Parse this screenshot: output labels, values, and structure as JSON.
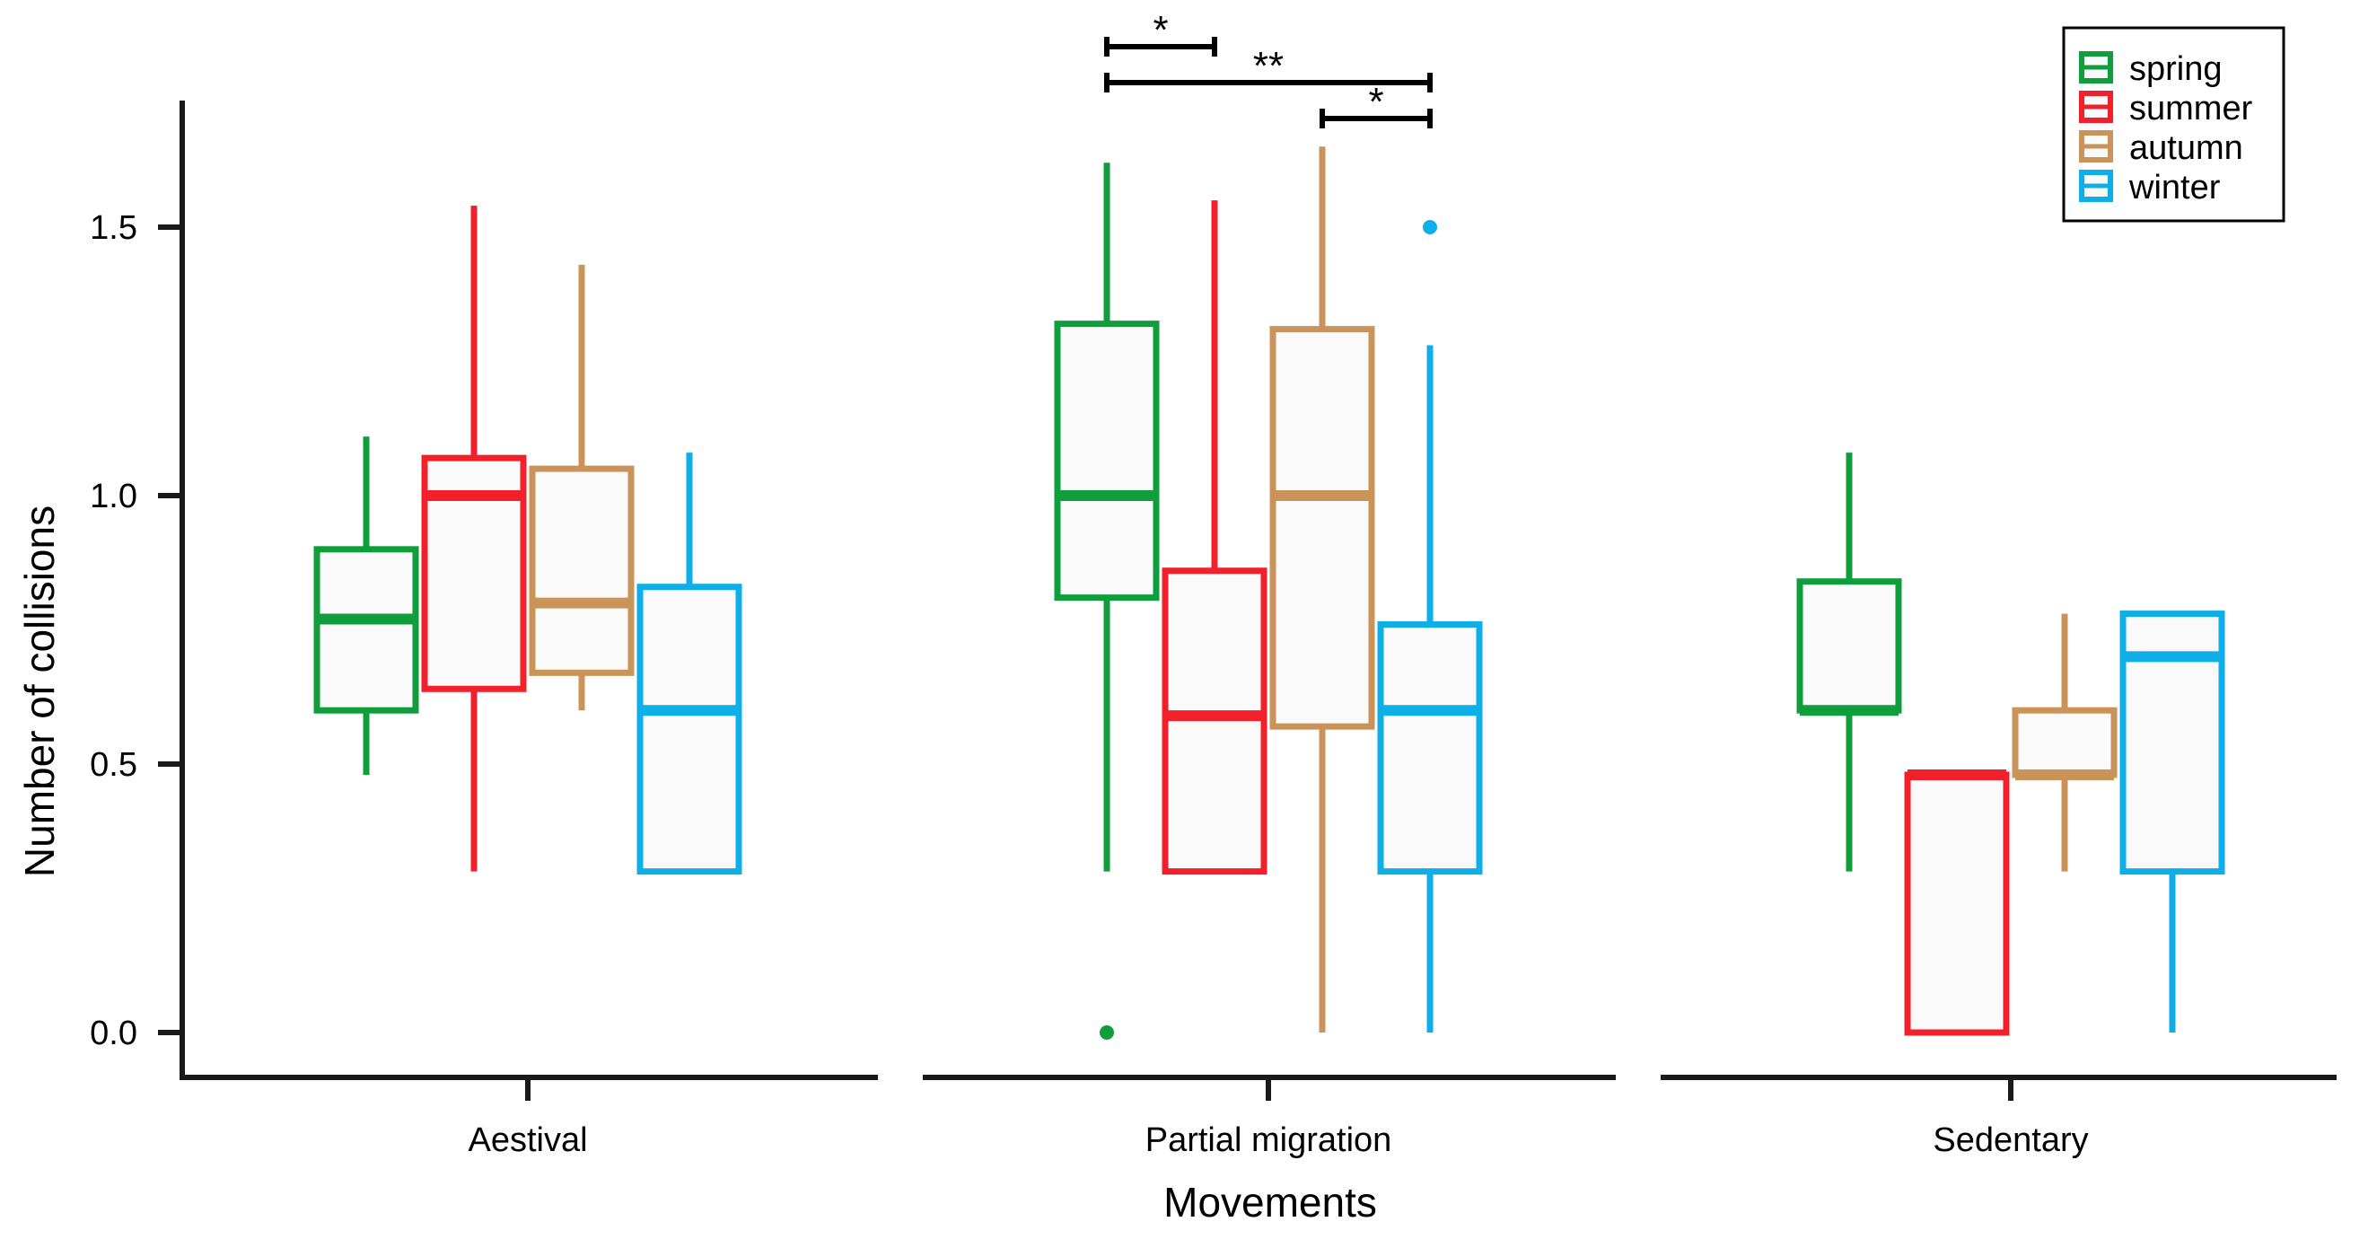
{
  "chart_data": {
    "type": "boxplot",
    "title": "",
    "xlabel": "Movements",
    "ylabel": "Number of collisions",
    "ylim": [
      0,
      1.75
    ],
    "yticks": [
      "0.0",
      "0.5",
      "1.0",
      "1.5"
    ],
    "ytick_values": [
      0,
      0.5,
      1.0,
      1.5
    ],
    "grid": false,
    "legend_position": "top-right",
    "categories": [
      "Aestival",
      "Partial migration",
      "Sedentary"
    ],
    "series": [
      {
        "name": "spring",
        "color": "#0f9e3b"
      },
      {
        "name": "summer",
        "color": "#f2202b"
      },
      {
        "name": "autumn",
        "color": "#c9935a"
      },
      {
        "name": "winter",
        "color": "#0eaee9"
      }
    ],
    "boxes": [
      {
        "category": "Aestival",
        "series": "spring",
        "whisker_low": 0.48,
        "q1": 0.6,
        "median": 0.77,
        "q3": 0.9,
        "whisker_high": 1.11,
        "outliers": []
      },
      {
        "category": "Aestival",
        "series": "summer",
        "whisker_low": 0.3,
        "q1": 0.64,
        "median": 1.0,
        "q3": 1.07,
        "whisker_high": 1.54,
        "outliers": []
      },
      {
        "category": "Aestival",
        "series": "autumn",
        "whisker_low": 0.6,
        "q1": 0.67,
        "median": 0.8,
        "q3": 1.05,
        "whisker_high": 1.43,
        "outliers": []
      },
      {
        "category": "Aestival",
        "series": "winter",
        "whisker_low": 0.3,
        "q1": 0.3,
        "median": 0.6,
        "q3": 0.83,
        "whisker_high": 1.08,
        "outliers": []
      },
      {
        "category": "Partial migration",
        "series": "spring",
        "whisker_low": 0.3,
        "q1": 0.81,
        "median": 1.0,
        "q3": 1.32,
        "whisker_high": 1.62,
        "outliers": [
          0.0
        ]
      },
      {
        "category": "Partial migration",
        "series": "summer",
        "whisker_low": 0.3,
        "q1": 0.3,
        "median": 0.59,
        "q3": 0.86,
        "whisker_high": 1.55,
        "outliers": []
      },
      {
        "category": "Partial migration",
        "series": "autumn",
        "whisker_low": 0.0,
        "q1": 0.57,
        "median": 1.0,
        "q3": 1.31,
        "whisker_high": 1.65,
        "outliers": []
      },
      {
        "category": "Partial migration",
        "series": "winter",
        "whisker_low": 0.0,
        "q1": 0.3,
        "median": 0.6,
        "q3": 0.76,
        "whisker_high": 1.28,
        "outliers": [
          1.5
        ]
      },
      {
        "category": "Sedentary",
        "series": "spring",
        "whisker_low": 0.3,
        "q1": 0.6,
        "median": 0.6,
        "q3": 0.84,
        "whisker_high": 1.08,
        "outliers": []
      },
      {
        "category": "Sedentary",
        "series": "summer",
        "whisker_low": 0.0,
        "q1": 0.0,
        "median": 0.48,
        "q3": 0.48,
        "whisker_high": 0.48,
        "outliers": []
      },
      {
        "category": "Sedentary",
        "series": "autumn",
        "whisker_low": 0.3,
        "q1": 0.48,
        "median": 0.48,
        "q3": 0.6,
        "whisker_high": 0.78,
        "outliers": []
      },
      {
        "category": "Sedentary",
        "series": "winter",
        "whisker_low": 0.0,
        "q1": 0.3,
        "median": 0.7,
        "q3": 0.78,
        "whisker_high": 0.78,
        "outliers": []
      }
    ],
    "significance": [
      {
        "category": "Partial migration",
        "from": "spring",
        "to": "summer",
        "label": "*",
        "level": 1
      },
      {
        "category": "Partial migration",
        "from": "spring",
        "to": "winter",
        "label": "**",
        "level": 2
      },
      {
        "category": "Partial migration",
        "from": "autumn",
        "to": "winter",
        "label": "*",
        "level": 3
      }
    ]
  }
}
